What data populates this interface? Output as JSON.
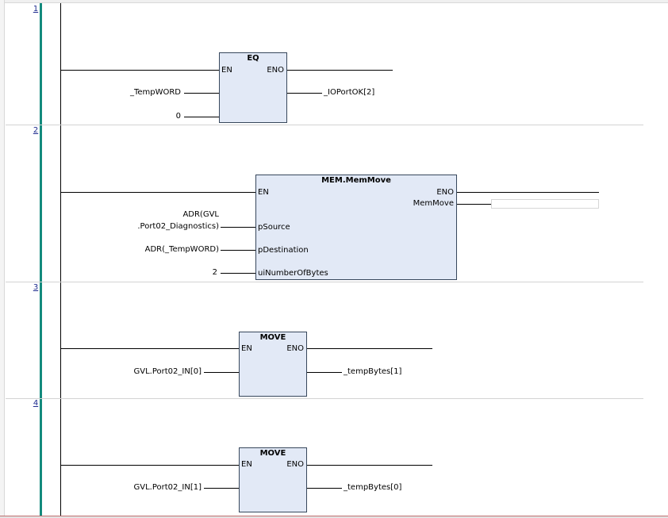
{
  "networks": [
    {
      "number": "1"
    },
    {
      "number": "2"
    },
    {
      "number": "3"
    },
    {
      "number": "4"
    }
  ],
  "net1": {
    "block_name": "EQ",
    "pin_en": "EN",
    "pin_eno": "ENO",
    "input_1": "_TempWORD",
    "input_2": "0",
    "output": "_IOPortOK[2]"
  },
  "net2": {
    "block_name": "MEM.MemMove",
    "pin_en": "EN",
    "pin_eno": "ENO",
    "pin_memmove": "MemMove",
    "pin_psource": "pSource",
    "pin_pdest": "pDestination",
    "pin_numbytes": "uiNumberOfBytes",
    "psource_line1": "ADR(GVL",
    "psource_line2": ".Port02_Diagnostics)",
    "pdest_value": "ADR(_TempWORD)",
    "numbytes_value": "2",
    "memmove_output": ""
  },
  "net3": {
    "block_name": "MOVE",
    "pin_en": "EN",
    "pin_eno": "ENO",
    "input": "GVL.Port02_IN[0]",
    "output": "_tempBytes[1]"
  },
  "net4": {
    "block_name": "MOVE",
    "pin_en": "EN",
    "pin_eno": "ENO",
    "input": "GVL.Port02_IN[1]",
    "output": "_tempBytes[0]"
  },
  "colors": {
    "rail_accent": "#138a7d",
    "block_fill": "#e2e9f6",
    "block_border": "#37475c",
    "network_number": "#1f2c8f"
  }
}
